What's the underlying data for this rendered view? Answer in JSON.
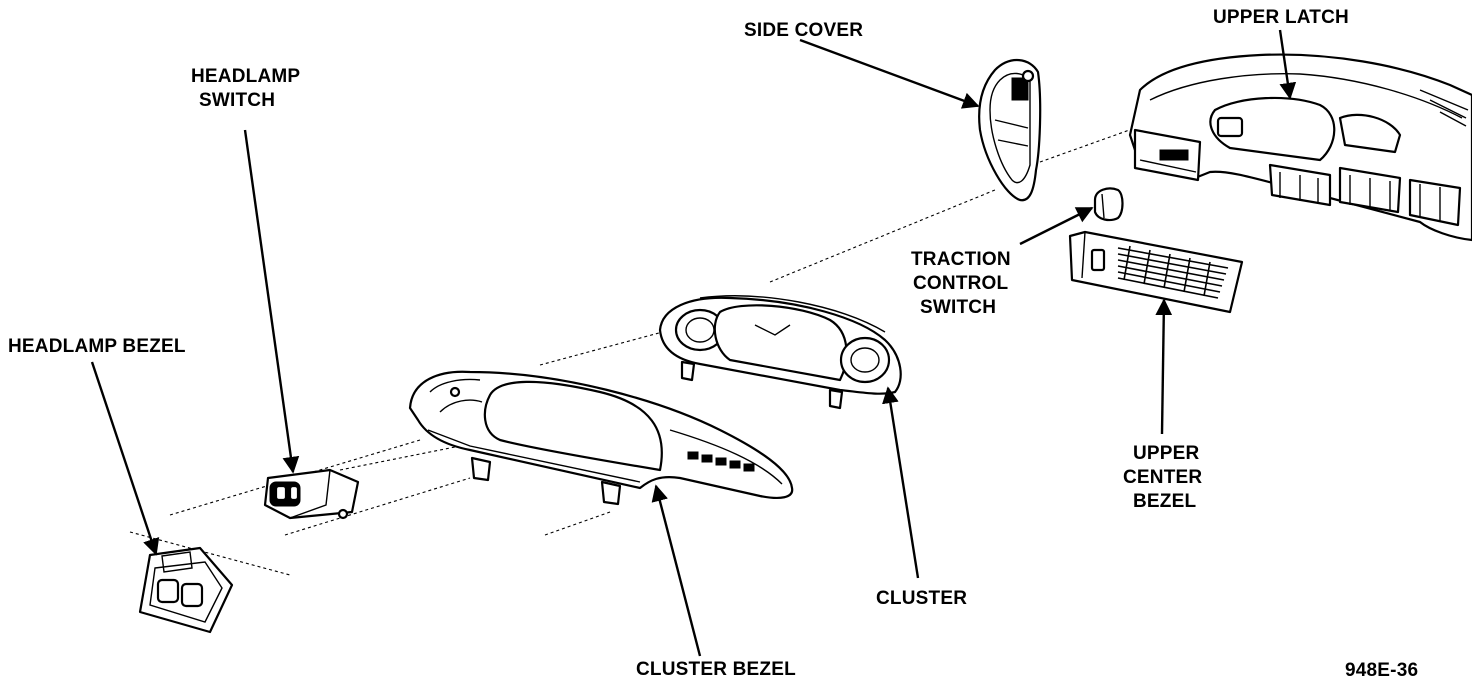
{
  "labels": {
    "side_cover": "SIDE COVER",
    "upper_latch": "UPPER LATCH",
    "headlamp_switch_1": "HEADLAMP",
    "headlamp_switch_2": "SWITCH",
    "traction_1": "TRACTION",
    "traction_2": "CONTROL",
    "traction_3": "SWITCH",
    "headlamp_bezel": "HEADLAMP BEZEL",
    "upper_center_1": "UPPER",
    "upper_center_2": "CENTER",
    "upper_center_3": "BEZEL",
    "cluster": "CLUSTER",
    "cluster_bezel": "CLUSTER BEZEL",
    "figure_id": "948E-36"
  }
}
